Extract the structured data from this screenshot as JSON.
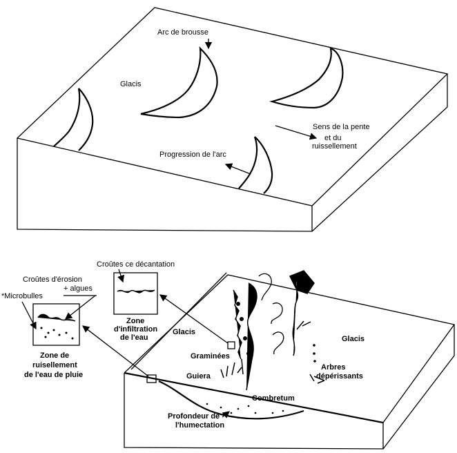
{
  "top_diagram": {
    "arc_label": "Arc de brousse",
    "glacis_label": "Glacis",
    "slope_label_1": "Sens de la pente",
    "slope_label_2": "et du",
    "slope_label_3": "ruissellement",
    "progression_label": "Progression de l'arc"
  },
  "bottom_diagram": {
    "decantation_label": "Croûtes ce décantation",
    "erosion_label_1": "Croûtes d'érosion",
    "erosion_label_2": "+ algues",
    "microbulles_label": "*Microbulles",
    "runoff_zone_1": "Zone de",
    "runoff_zone_2": "ruisellement",
    "runoff_zone_3": "de l'eau de pluie",
    "infiltration_zone_1": "Zone",
    "infiltration_zone_2": "d'infiltration",
    "infiltration_zone_3": "de l'eau",
    "glacis_left": "Glacis",
    "glacis_right": "Glacis",
    "graminees": "Graminées",
    "guiera": "Guiera",
    "arbres_1": "Arbres",
    "arbres_2": "dépérissants",
    "combretum": "Combretum",
    "profondeur_1": "Profondeur de",
    "profondeur_2": "l'humectation"
  }
}
